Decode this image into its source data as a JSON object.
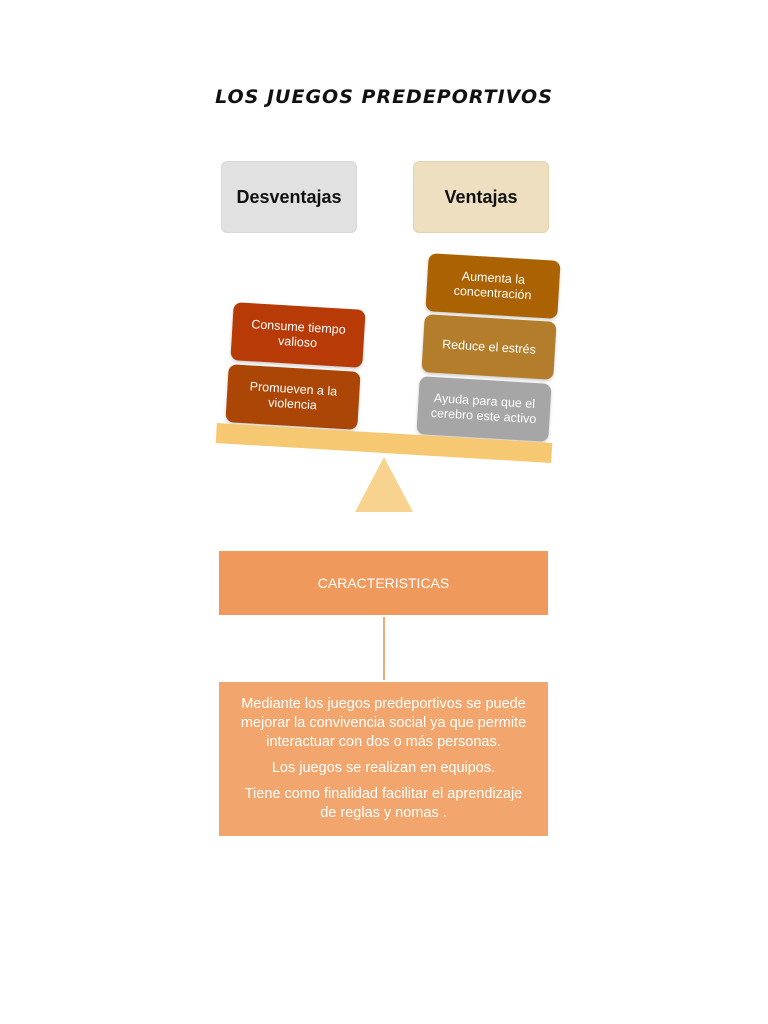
{
  "title": "LOS JUEGOS PREDEPORTIVOS",
  "headers": {
    "left": "Desventajas",
    "right": "Ventajas"
  },
  "disadvantages": [
    {
      "lines": [
        "Consume tiempo",
        "valioso"
      ],
      "color": "#b83a07"
    },
    {
      "lines": [
        "Promueven a la",
        "violencia"
      ],
      "color": "#ab4606"
    }
  ],
  "advantages": [
    {
      "lines": [
        "Aumenta la",
        "concentración"
      ],
      "color": "#ab6202"
    },
    {
      "lines": [
        "Reduce  el estrés"
      ],
      "color": "#b37d2c"
    },
    {
      "lines": [
        "Ayuda para que el",
        "cerebro este activo"
      ],
      "color": "#a6a6a6"
    }
  ],
  "characteristics": {
    "label": "CARACTERISTICAS",
    "paragraphs": [
      [
        "Mediante los juegos predeportivos se puede",
        "mejorar la convivencia social ya que permite",
        "interactuar con dos o más personas."
      ],
      [
        "Los juegos se realizan en equipos."
      ],
      [
        "Tiene como finalidad facilitar el aprendizaje",
        "de reglas y nomas ."
      ]
    ]
  },
  "colors": {
    "beam": "#f6c872",
    "fulcrum": "#f8d38f",
    "characteristics_box": "#ef9a5c",
    "description_box": "#f2a56c"
  }
}
